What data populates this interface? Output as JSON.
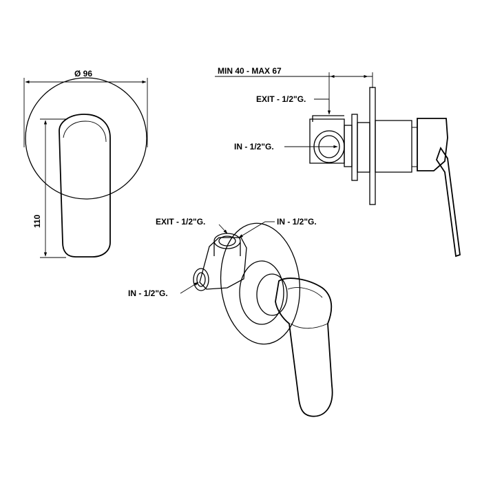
{
  "dimensions": {
    "diameter": "Ø 96",
    "height": "110",
    "depth_range": "MIN 40 - MAX 67"
  },
  "labels": {
    "side_exit": "EXIT - 1/2\"G.",
    "side_in": "IN - 1/2\"G.",
    "iso_exit": "EXIT - 1/2\"G.",
    "iso_in_top": "IN - 1/2\"G.",
    "iso_in_left": "IN - 1/2\"G."
  }
}
